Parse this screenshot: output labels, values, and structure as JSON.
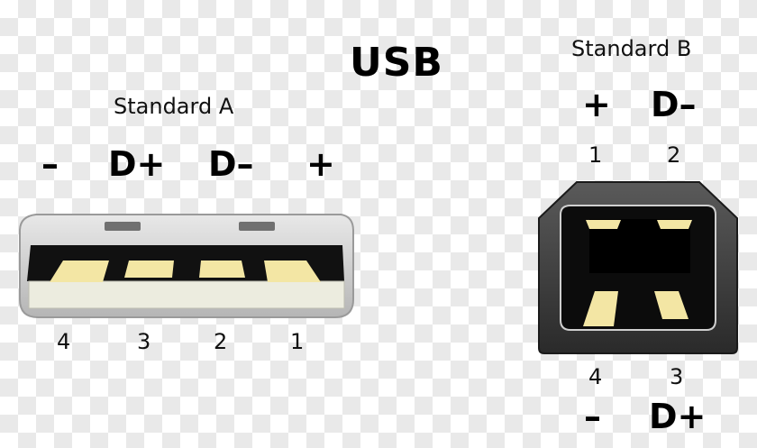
{
  "title": "USB",
  "standard_a": {
    "label": "Standard A",
    "signals": [
      "–",
      "D+",
      "D–",
      "+"
    ],
    "pins": [
      "4",
      "3",
      "2",
      "1"
    ]
  },
  "standard_b": {
    "label": "Standard B",
    "top_signals": [
      "+",
      "D–"
    ],
    "top_pins": [
      "1",
      "2"
    ],
    "bottom_pins": [
      "4",
      "3"
    ],
    "bottom_signals": [
      "–",
      "D+"
    ]
  },
  "colors": {
    "contact": "#f3e6a4",
    "housing_dark": "#222222",
    "shell_light": "#d6d6d6",
    "insulator": "#ececdf"
  }
}
